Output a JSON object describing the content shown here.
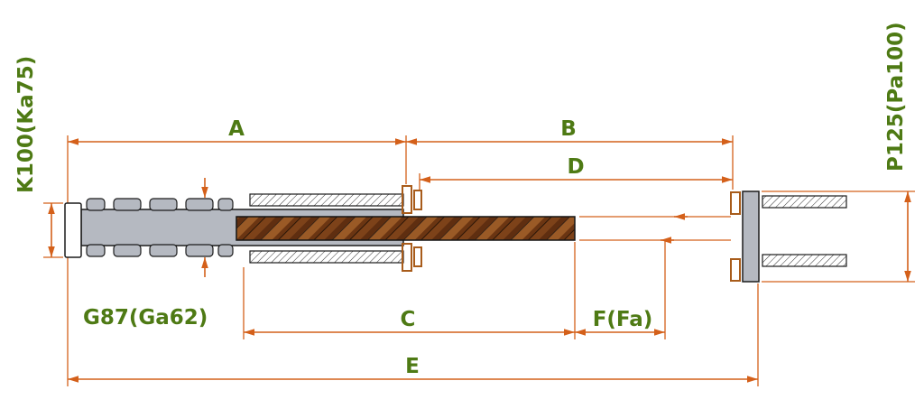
{
  "diagram": {
    "kind": "sliding-pocket-door-system-section",
    "labels": {
      "a": "A",
      "b": "B",
      "c": "C",
      "d": "D",
      "e": "E",
      "f": "F(Fa)",
      "g": "G87(Ga62)",
      "k": "K100(Ka75)",
      "p": "P125(Pa100)"
    },
    "colors": {
      "dimension_line": "#d4601a",
      "label_text": "#4e7a14",
      "cassette_fill": "#b5b9c1",
      "door_wood": "#8a4a1f",
      "profile_outline": "#a85c1b",
      "background": "#ffffff"
    }
  }
}
